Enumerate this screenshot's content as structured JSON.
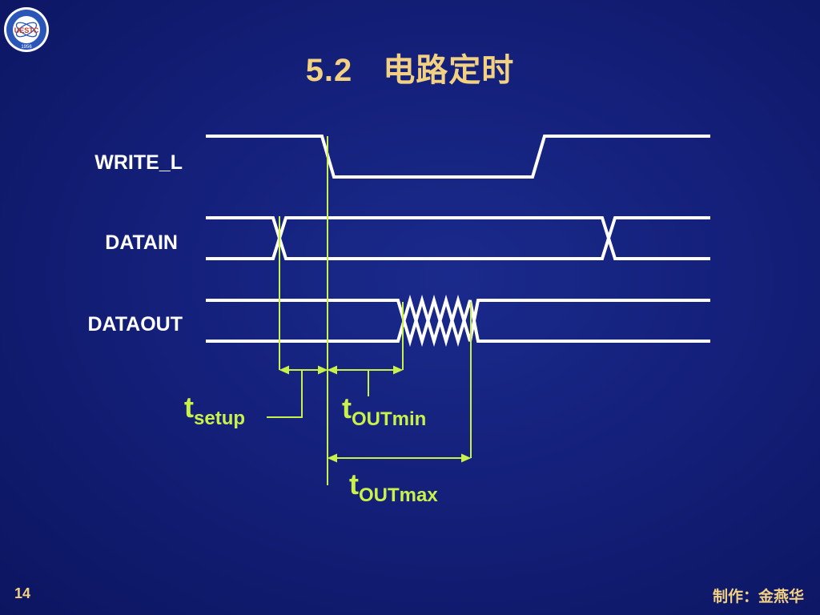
{
  "slide": {
    "number": "5.2",
    "title": "电路定时",
    "page_number": "14",
    "author": "制作：金燕华",
    "logo_text": "UESTC",
    "logo_year": "1956"
  },
  "signals": [
    "WRITE_L",
    "DATAIN",
    "DATAOUT"
  ],
  "timings": {
    "setup": {
      "main": "t",
      "sub": "setup"
    },
    "out_min": {
      "main": "t",
      "sub": "OUTmin"
    },
    "out_max": {
      "main": "t",
      "sub": "OUTmax"
    }
  },
  "colors": {
    "background": "#14207a",
    "title": "#f3d183",
    "signal": "#ffffff",
    "timing": "#c8f24a",
    "footer": "#f3d183"
  }
}
